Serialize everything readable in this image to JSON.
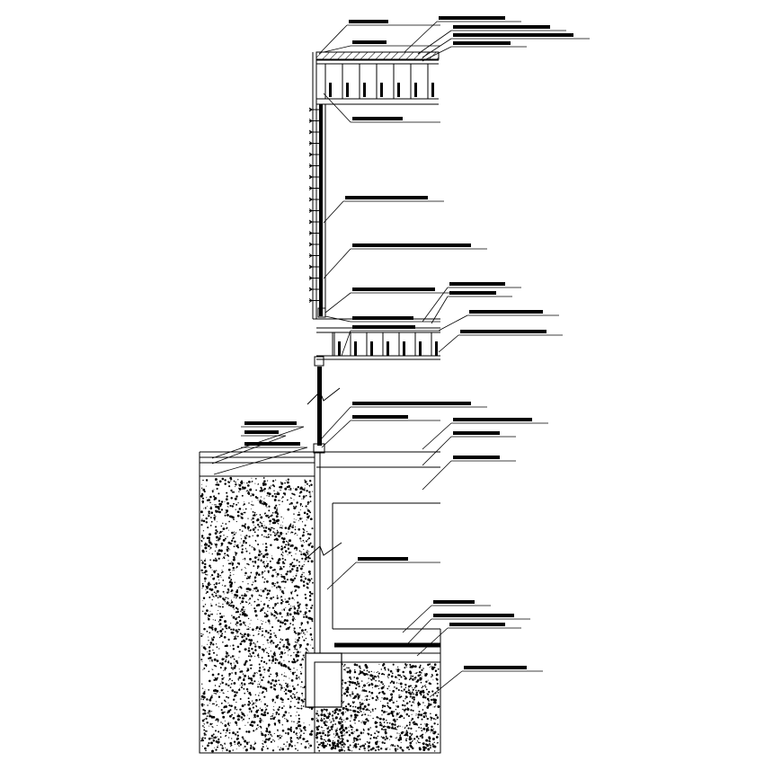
{
  "drawing": {
    "type": "wall section detail (CAD)",
    "annotation_labels_legible": false
  },
  "annotations": {
    "roof": [
      {
        "id": "roof-note-1"
      },
      {
        "id": "roof-note-2"
      },
      {
        "id": "roof-note-3"
      },
      {
        "id": "roof-note-4"
      },
      {
        "id": "roof-note-5"
      },
      {
        "id": "roof-note-6"
      }
    ],
    "wall": [
      {
        "id": "wall-note-1"
      },
      {
        "id": "wall-note-2"
      },
      {
        "id": "wall-note-3"
      },
      {
        "id": "wall-note-4"
      },
      {
        "id": "wall-note-5"
      }
    ],
    "floor": [
      {
        "id": "floor-note-1"
      },
      {
        "id": "floor-note-2"
      },
      {
        "id": "floor-note-3"
      },
      {
        "id": "floor-note-4"
      },
      {
        "id": "floor-note-5"
      }
    ],
    "base": [
      {
        "id": "base-note-1"
      },
      {
        "id": "base-note-2"
      },
      {
        "id": "base-note-3"
      },
      {
        "id": "base-note-4"
      },
      {
        "id": "base-note-5"
      },
      {
        "id": "base-note-6"
      },
      {
        "id": "base-note-7"
      },
      {
        "id": "base-note-8"
      }
    ],
    "footing": [
      {
        "id": "footing-note-1"
      },
      {
        "id": "footing-note-2"
      },
      {
        "id": "footing-note-3"
      },
      {
        "id": "footing-note-4"
      },
      {
        "id": "footing-note-5"
      }
    ]
  },
  "colors": {
    "line": "#000000",
    "background": "#ffffff"
  }
}
